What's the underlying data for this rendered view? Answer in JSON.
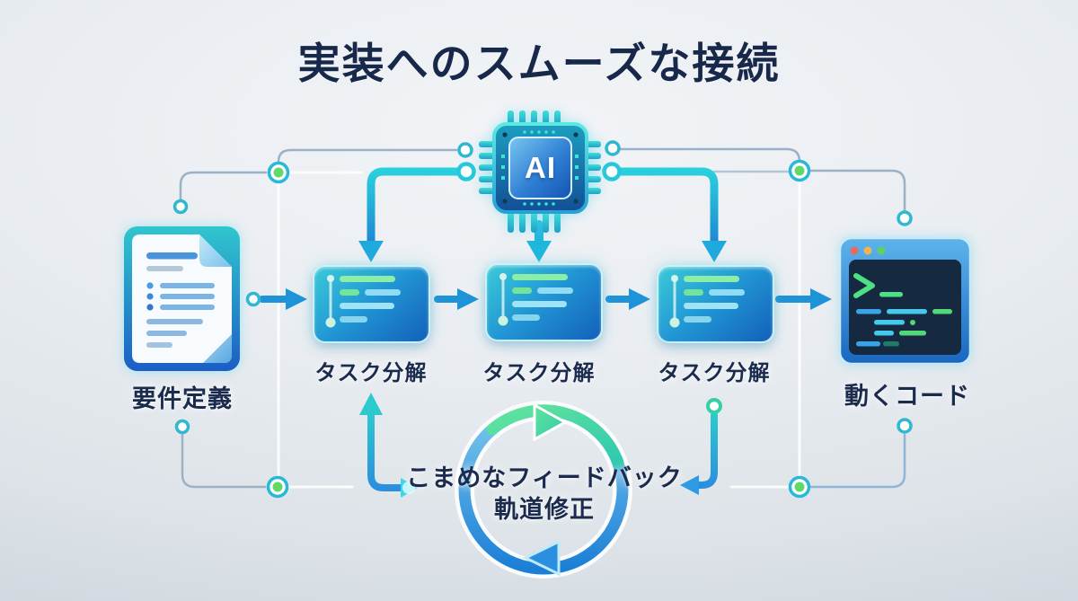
{
  "title": "実装へのスムーズな接続",
  "nodes": {
    "requirements": {
      "label": "要件定義"
    },
    "ai_chip": {
      "label": "AI"
    },
    "tasks": [
      {
        "label": "タスク分解"
      },
      {
        "label": "タスク分解"
      },
      {
        "label": "タスク分解"
      }
    ],
    "working_code": {
      "label": "動くコード"
    }
  },
  "feedback_loop": {
    "line1": "こまめなフィードバック",
    "line2": "軌道修正"
  },
  "colors": {
    "background": "#e9edf1",
    "title_text": "#18284a",
    "label_text": "#1b2b4e",
    "arrow_blue": "#1e93d8",
    "arrow_cyan": "#24c2dc",
    "circuit_line": "#9cb2c4",
    "node_green": "#62d868",
    "node_ring_teal": "#29b8d8",
    "box_gradient_start": "#3bcad8",
    "box_gradient_end": "#1360ba",
    "loop_green": "#4bdca0",
    "loop_blue": "#2b8fe0",
    "terminal_screen": "#152a40",
    "traffic_red": "#ea6a5c",
    "traffic_yellow": "#f2b24e",
    "traffic_green": "#5ad45e"
  }
}
